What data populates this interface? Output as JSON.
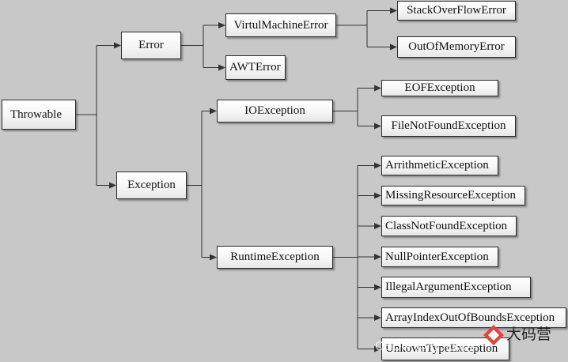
{
  "diagram": {
    "nodes": {
      "throwable": "Throwable",
      "error": "Error",
      "exception": "Exception",
      "virtual_machine_error": "VirtulMachineError",
      "awt_error": "AWTError",
      "stack_overflow_error": "StackOverFlowError",
      "out_of_memory_error": "OutOfMemoryError",
      "io_exception": "IOException",
      "runtime_exception": "RuntimeException",
      "eof_exception": "EOFException",
      "file_not_found_exception": "FileNotFoundException",
      "arithmetic_exception": "ArrithmeticException",
      "missing_resource_exception": "MissingResourceException",
      "class_not_found_exception": "ClassNotFoundException",
      "null_pointer_exception": "NullPointerException",
      "illegal_argument_exception": "IllegalArgumentException",
      "array_index_out_of_bounds_exception": "ArrayIndexOutOfBoundsException",
      "unknown_type_exception": "UnkownTypeException"
    },
    "edges": [
      [
        "throwable",
        "error"
      ],
      [
        "throwable",
        "exception"
      ],
      [
        "error",
        "virtual_machine_error"
      ],
      [
        "error",
        "awt_error"
      ],
      [
        "virtual_machine_error",
        "stack_overflow_error"
      ],
      [
        "virtual_machine_error",
        "out_of_memory_error"
      ],
      [
        "exception",
        "io_exception"
      ],
      [
        "exception",
        "runtime_exception"
      ],
      [
        "io_exception",
        "eof_exception"
      ],
      [
        "io_exception",
        "file_not_found_exception"
      ],
      [
        "runtime_exception",
        "arithmetic_exception"
      ],
      [
        "runtime_exception",
        "missing_resource_exception"
      ],
      [
        "runtime_exception",
        "class_not_found_exception"
      ],
      [
        "runtime_exception",
        "null_pointer_exception"
      ],
      [
        "runtime_exception",
        "illegal_argument_exception"
      ],
      [
        "runtime_exception",
        "array_index_out_of_bounds_exception"
      ],
      [
        "runtime_exception",
        "unknown_type_exception"
      ]
    ]
  },
  "watermark": {
    "text": "CSDN @心光同学",
    "logo_text": "大码营",
    "logo_color": "#e0443c"
  }
}
